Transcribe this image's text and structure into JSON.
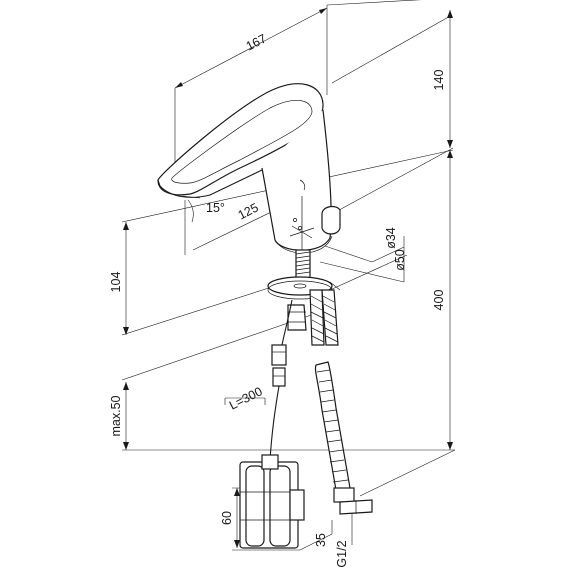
{
  "dimensions": {
    "spout_length": "167",
    "spout_height": "140",
    "spout_angle": "15°",
    "outlet_reach": "125",
    "body_height": "104",
    "hose_length": "400",
    "max_deck": "max.50",
    "diameter_small": "ø34",
    "diameter_large": "ø50",
    "cable_length": "L=300",
    "battery_height": "60",
    "battery_width": "35",
    "thread": "G1/2"
  }
}
